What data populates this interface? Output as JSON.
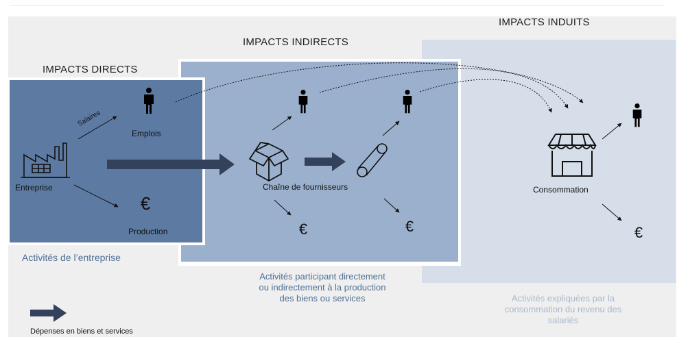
{
  "headings": {
    "directs": "IMPACTS DIRECTS",
    "indirects": "IMPACTS INDIRECTS",
    "induits": "IMPACTS INDUITS"
  },
  "labels": {
    "salaires": "Salaires",
    "emplois": "Emplois",
    "entreprise": "Entreprise",
    "production": "Production",
    "chaine": "Chaîne de fournisseurs",
    "consommation": "Consommation"
  },
  "captions": {
    "entreprise": "Activités de l’entreprise",
    "indirects_1": "Activités participant directement",
    "indirects_2": "ou indirectement à la production",
    "indirects_3": "des biens ou services",
    "induits_1": "Activités expliquées par la",
    "induits_2": "consommation du revenu des",
    "induits_3": "salariés"
  },
  "legend": {
    "text": "Dépenses en biens et services"
  },
  "symbols": {
    "euro": "€"
  },
  "colors": {
    "directs_box": "#5d7aa3",
    "indirects_box": "#9bb0cc",
    "induits_box": "#d6dee9",
    "flow_arrow": "#34415a",
    "caption_blue": "#4f6f95"
  },
  "icons": [
    "factory-icon",
    "person-icon",
    "euro-icon",
    "box-icon",
    "pipe-icon",
    "shop-icon",
    "arrow-icon"
  ]
}
